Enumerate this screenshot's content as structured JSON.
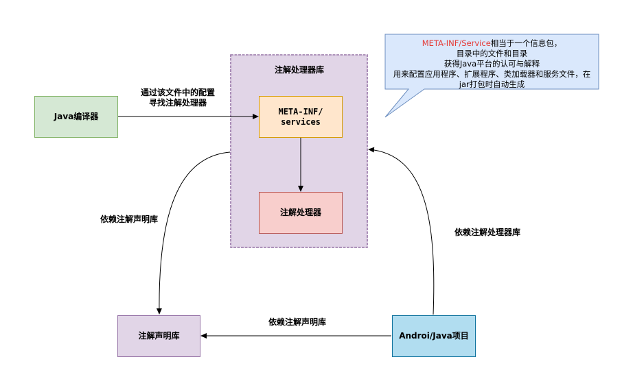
{
  "nodes": {
    "java_compiler": "Java编译器",
    "processor_lib_title": "注解处理器库",
    "meta_inf_line1": "META-INF/",
    "meta_inf_line2": "services",
    "annotation_processor": "注解处理器",
    "annotation_decl_lib": "注解声明库",
    "android_java_project": "Androi/Java项目"
  },
  "edge_labels": {
    "compiler_to_meta_line1": "通过该文件中的配置",
    "compiler_to_meta_line2": "寻找注解处理器",
    "processor_lib_to_decl": "依赖注解声明库",
    "project_to_processor_lib": "依赖注解处理器库",
    "project_to_decl": "依赖注解声明库"
  },
  "callout": {
    "line1_highlight": "META-INF/Service",
    "line1_rest": "相当于一个信息包，",
    "line2": "目录中的文件和目录",
    "line3": "获得Java平台的认可与解释",
    "line4": "用来配置应用程序、扩展程序、类加载器和服务文件，在",
    "line5": "jar打包时自动生成"
  },
  "colors": {
    "java_compiler_fill": "#d5e8d4",
    "java_compiler_stroke": "#82b366",
    "container_fill": "#e1d5e7",
    "container_stroke": "#9673a6",
    "meta_fill": "#ffe6cc",
    "meta_stroke": "#d79b00",
    "processor_fill": "#f8cecc",
    "processor_stroke": "#b85450",
    "project_fill": "#b1ddf0",
    "project_stroke": "#10739e",
    "callout_fill": "#dae8fc",
    "callout_stroke": "#6c8ebf",
    "highlight_red": "#e53935"
  }
}
